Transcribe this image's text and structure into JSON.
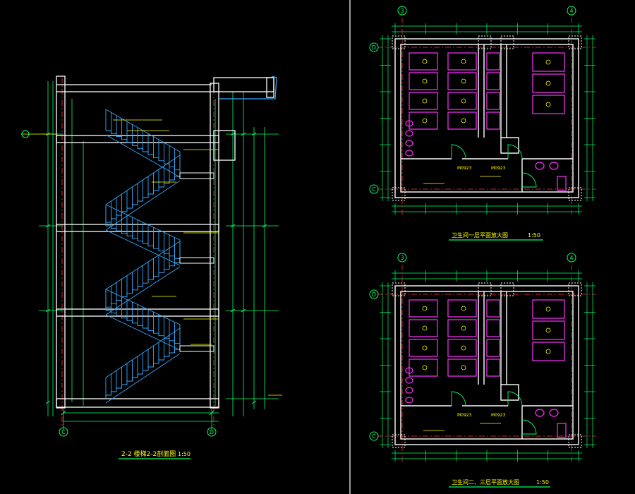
{
  "colors": {
    "background": "#000000",
    "wall": "#ffffff",
    "dimension": "#00ff66",
    "stair": "#33aaff",
    "fixture": "#ff33ff",
    "annotation": "#ffff00",
    "axis_line": "#ff3333",
    "panel_divider": "#ffffff"
  },
  "section_view": {
    "title": "2-2 楼梯2-2剖面图",
    "scale": "1:50",
    "axis_left": "C",
    "axis_right": "D",
    "flights_per_floor": 2,
    "floors": 3
  },
  "plan_top": {
    "title": "卫生间一层平面放大图",
    "scale": "1:50",
    "axis_top_left": "3",
    "axis_top_right": "4",
    "axis_side_top": "D",
    "axis_side_bottom": "C",
    "door_label_1": "M0923",
    "door_label_2": "M0923"
  },
  "plan_bottom": {
    "title": "卫生间二、三层平面放大图",
    "scale": "1:50",
    "axis_top_left": "3",
    "axis_top_right": "4",
    "axis_side_top": "D",
    "axis_side_bottom": "C",
    "door_label_1": "M0923",
    "door_label_2": "M0923"
  }
}
